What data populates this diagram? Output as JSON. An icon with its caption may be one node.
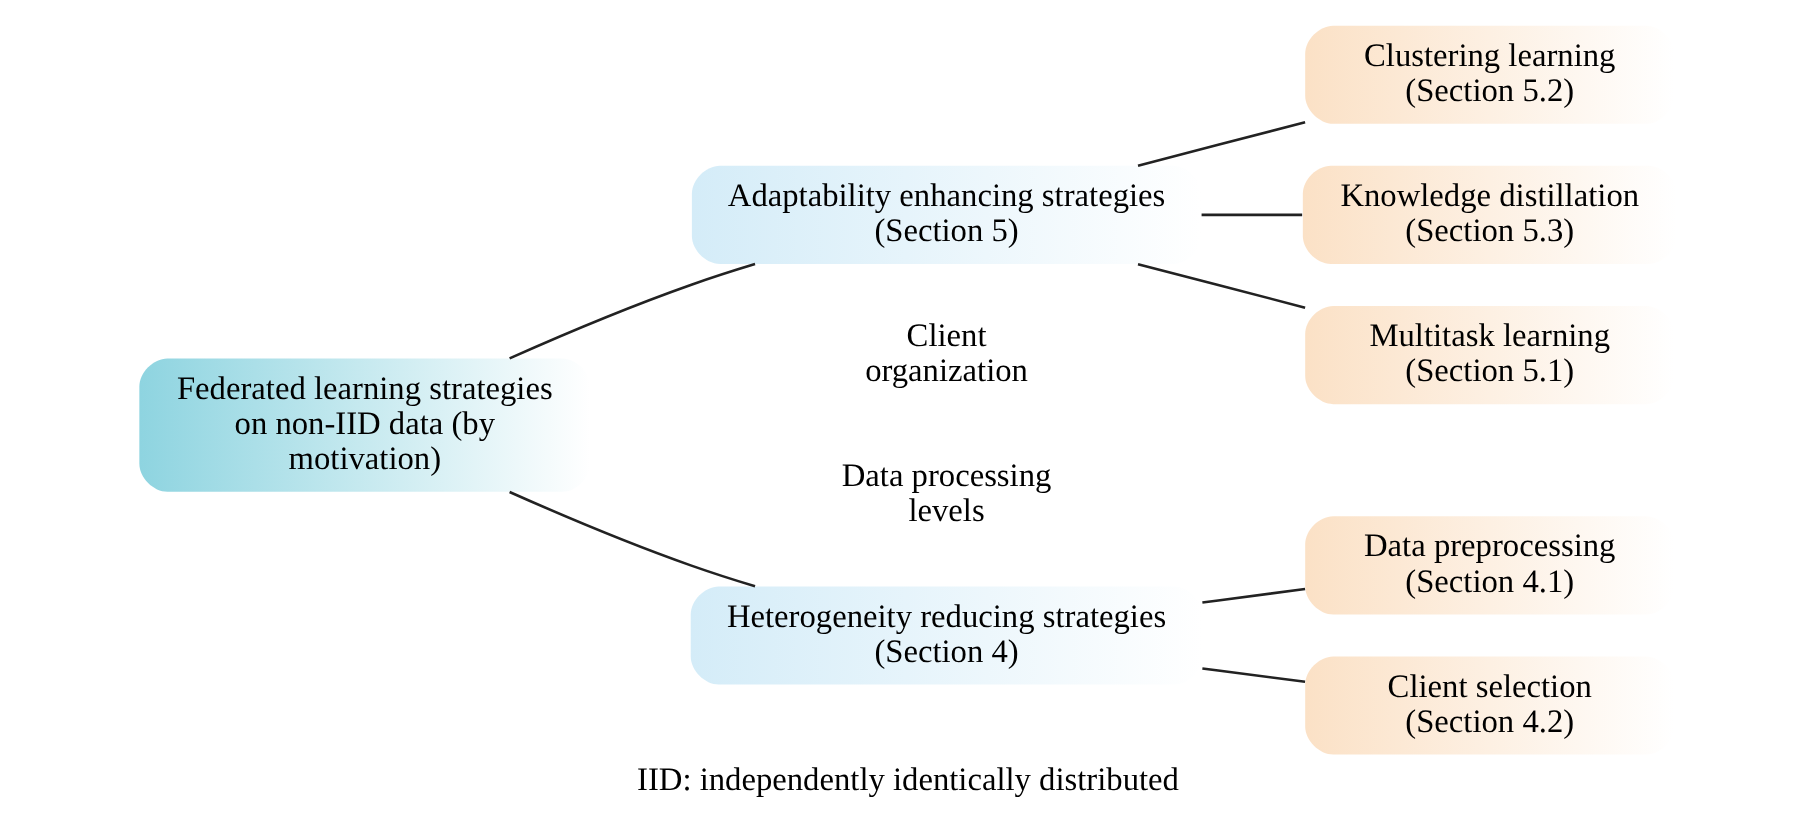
{
  "diagram": {
    "caption": "IID: independently identically distributed",
    "nodes": [
      {
        "text": [
          "Federated learning strategies on non-IID data (by motivation)"
        ]
      },
      {
        "text": [
          "Heterogeneity reducing strategies (Section 4)"
        ]
      },
      {
        "text": [
          "Adaptability enhancing strategies (Section 5)"
        ]
      },
      {
        "text": [
          "Data preprocessing (Section 4.1)"
        ]
      },
      {
        "text": [
          "Client selection (Section 4.2)"
        ]
      },
      {
        "text": [
          "Multitask learning (Section 5.1)"
        ]
      },
      {
        "text": [
          "Clustering learning (Section 5.2)"
        ]
      },
      {
        "text": [
          "Knowledge distillation (Section 5.3)"
        ]
      }
    ],
    "edges": [
      {
        "from": 0,
        "to": 1,
        "arrow": "none"
      },
      {
        "from": 0,
        "to": 2,
        "arrow": "none"
      },
      {
        "from": 1,
        "to": 3,
        "arrow": "none"
      },
      {
        "from": 1,
        "to": 4,
        "arrow": "none"
      },
      {
        "from": 2,
        "to": 5,
        "arrow": "none"
      },
      {
        "from": 2,
        "to": 6,
        "arrow": "none"
      },
      {
        "from": 2,
        "to": 7,
        "arrow": "none"
      }
    ],
    "labels": [
      "Data processing levels",
      "Client organization"
    ]
  }
}
